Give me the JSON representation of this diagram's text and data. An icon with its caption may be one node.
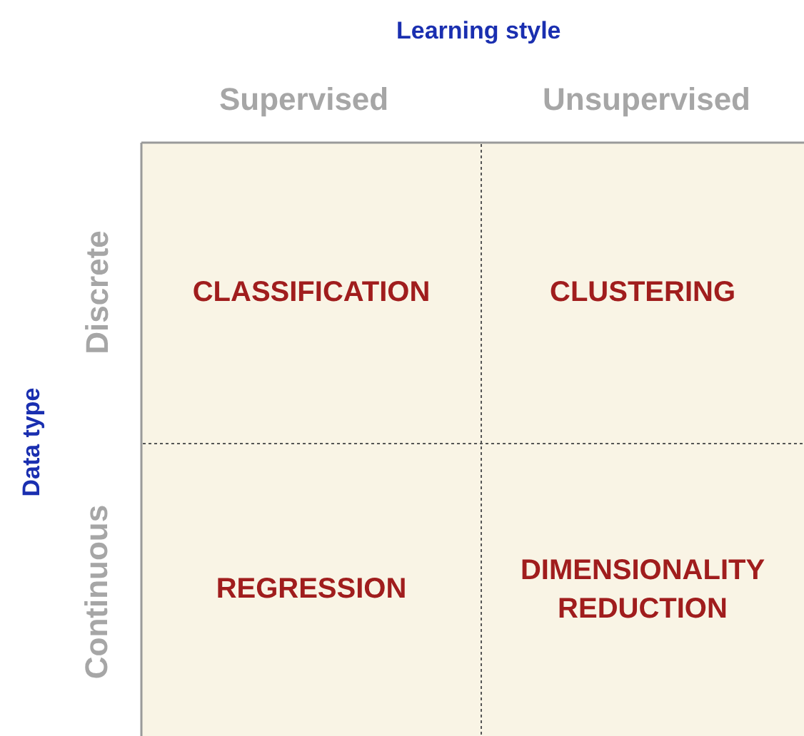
{
  "diagram": {
    "nodes": [
      {
        "text": [
          "CLASSIFICATION"
        ]
      },
      {
        "text": [
          "CLUSTERING"
        ]
      },
      {
        "text": [
          "REGRESSION"
        ]
      },
      {
        "text": [
          "DIMENSIONALITY REDUCTION"
        ]
      }
    ],
    "labels": [
      "Learning style",
      "Supervised",
      "Unsupervised",
      "Data type",
      "Discrete",
      "Continuous"
    ]
  }
}
